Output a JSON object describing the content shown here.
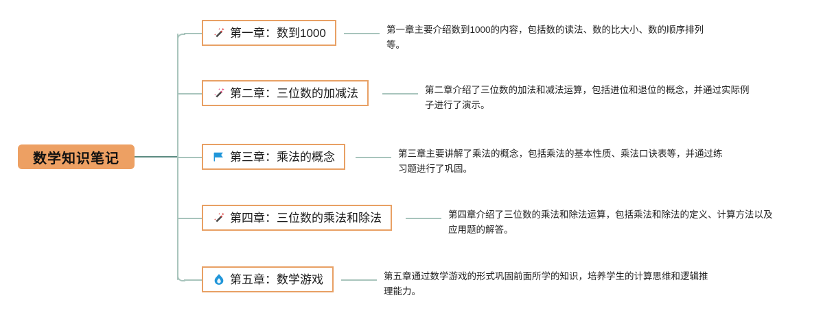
{
  "root": {
    "label": "数学知识笔记",
    "color": "#eda063"
  },
  "theme": {
    "node_border": "#e8a064",
    "branch_line": "#a8c4bc",
    "root_line": "#5b8a80",
    "icon_magic_red": "#d93a3a",
    "icon_magic_pink": "#e8497f",
    "icon_flag_blue": "#2196d9",
    "icon_flame_blue": "#2196d9",
    "background": "#ffffff"
  },
  "branches": [
    {
      "icon": "magic-wand-icon",
      "icon_color": "#d93a3a",
      "label": "第一章：数到1000",
      "description": "第一章主要介绍数到1000的内容，包括数的读法、数的比大小、数的顺序排列\n等。"
    },
    {
      "icon": "magic-wand-icon",
      "icon_color": "#e8497f",
      "label": "第二章：三位数的加减法",
      "description": "第二章介绍了三位数的加法和减法运算，包括进位和退位的概念，并通过实际例\n子进行了演示。"
    },
    {
      "icon": "flag-icon",
      "icon_color": "#2196d9",
      "label": "第三章：乘法的概念",
      "description": "第三章主要讲解了乘法的概念，包括乘法的基本性质、乘法口诀表等，并通过练\n习题进行了巩固。"
    },
    {
      "icon": "magic-wand-icon",
      "icon_color": "#d93a3a",
      "label": "第四章：三位数的乘法和除法",
      "description": "第四章介绍了三位数的乘法和除法运算，包括乘法和除法的定义、计算方法以及\n应用题的解答。"
    },
    {
      "icon": "flame-icon",
      "icon_color": "#2196d9",
      "label": "第五章：数学游戏",
      "description": "第五章通过数学游戏的形式巩固前面所学的知识，培养学生的计算思维和逻辑推\n理能力。"
    }
  ]
}
